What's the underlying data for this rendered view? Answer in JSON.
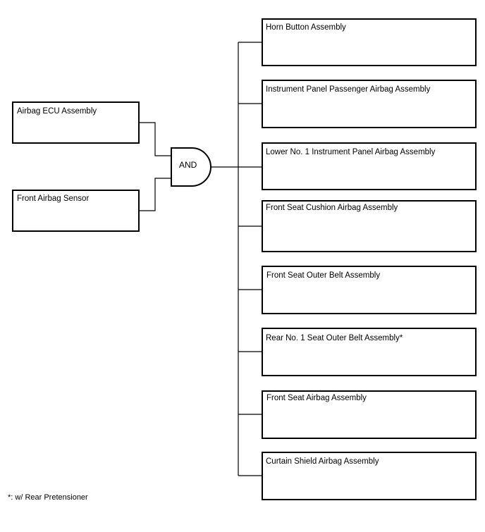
{
  "inputs": [
    {
      "label": "Airbag ECU Assembly"
    },
    {
      "label": "Front Airbag Sensor"
    }
  ],
  "gate": {
    "label": "AND"
  },
  "outputs": [
    {
      "label": "Horn Button Assembly"
    },
    {
      "label": "Instrument Panel Passenger Airbag Assembly"
    },
    {
      "label": "Lower No. 1 Instrument Panel Airbag Assembly"
    },
    {
      "label": "Front Seat Cushion Airbag Assembly"
    },
    {
      "label": "Front Seat Outer Belt Assembly"
    },
    {
      "label": "Rear No. 1 Seat Outer Belt Assembly*"
    },
    {
      "label": "Front Seat Airbag Assembly"
    },
    {
      "label": "Curtain Shield Airbag Assembly"
    }
  ],
  "footnote": "*: w/ Rear Pretensioner"
}
